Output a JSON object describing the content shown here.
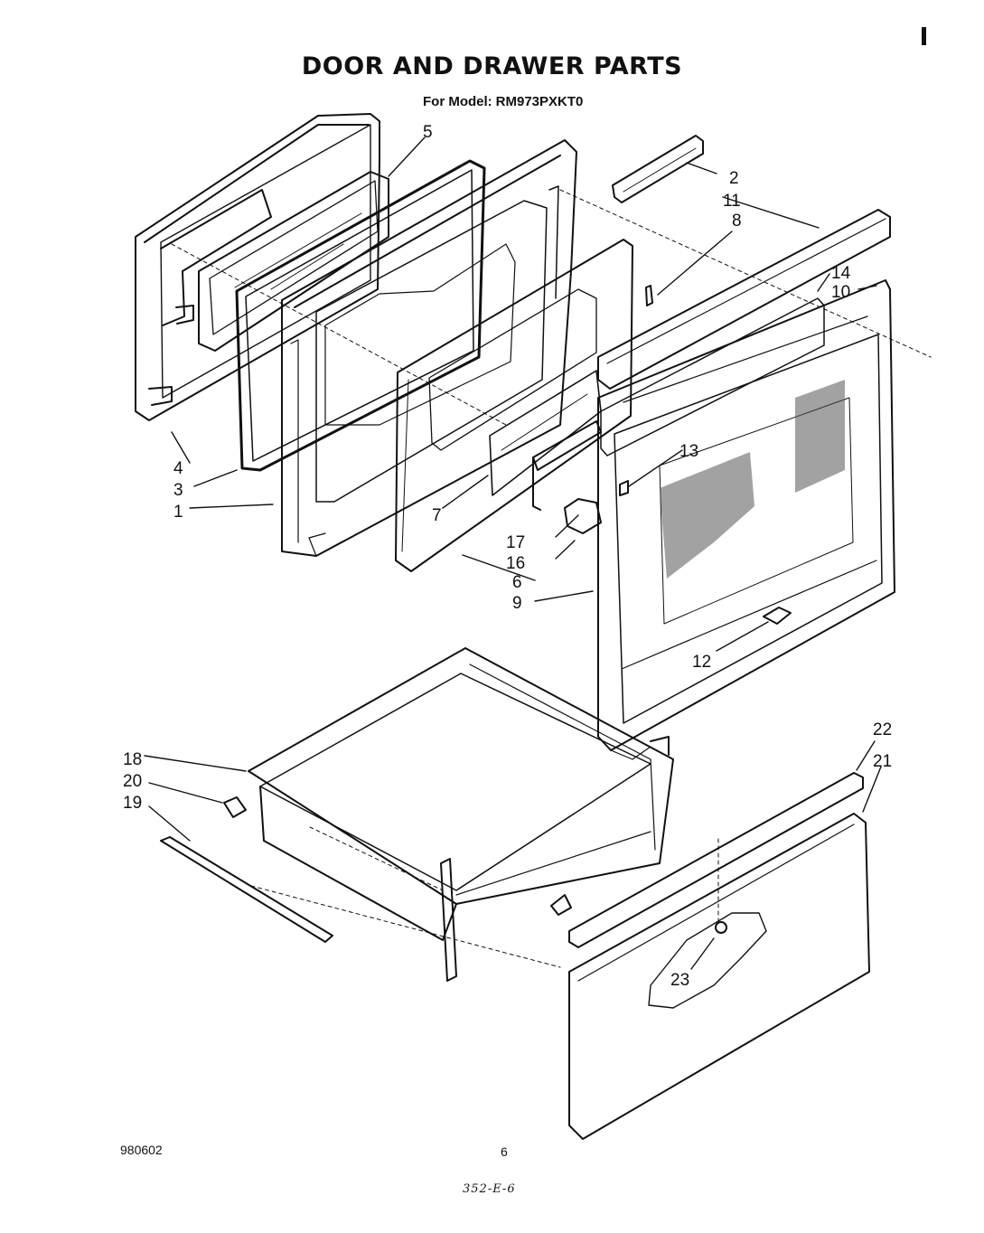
{
  "title": "DOOR AND DRAWER PARTS",
  "model_label": "For Model:",
  "model_number": "RM973PXKT0",
  "footer_code": "980602",
  "page_number": "6",
  "handwritten_note": "352-E-6",
  "part_labels": [
    "1",
    "2",
    "3",
    "4",
    "5",
    "6",
    "7",
    "8",
    "9",
    "10",
    "11",
    "12",
    "13",
    "14",
    "16",
    "17",
    "18",
    "19",
    "20",
    "21",
    "22",
    "23"
  ],
  "colors": {
    "ink": "#111111",
    "paper": "#ffffff"
  }
}
